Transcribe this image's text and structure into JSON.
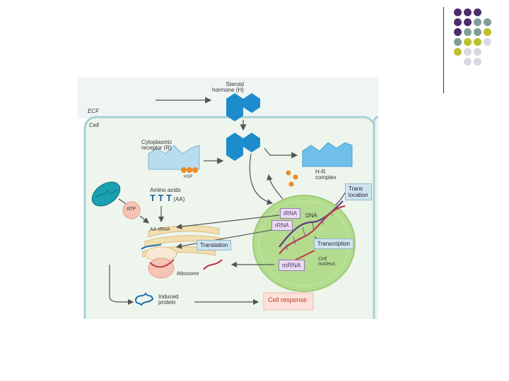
{
  "palette": {
    "purple": "#4d2c6e",
    "teal": "#7f9e9a",
    "olive": "#bcc02a",
    "lightgray": "#d9d9e3",
    "cell_fill": "#eef5ed",
    "cell_border": "#a6d0d8",
    "hormone_blue": "#1d8ccc",
    "nucleus_green": "#b3dc8e",
    "er_tan": "#f2deb1"
  },
  "diagram": {
    "labels": {
      "hormone": [
        "Steroid",
        "hormone (H)"
      ],
      "ecf": "ECF",
      "cell": "Cell",
      "receptor": [
        "Cytoplasmic",
        "receptor (R)"
      ],
      "hsp": "HSP",
      "hr_complex": [
        "H-R",
        "complex"
      ],
      "translocation": [
        "Trans",
        "location"
      ],
      "amino_acids": [
        "Amino acids",
        "(AA)"
      ],
      "aa_symbol": "T T T",
      "atp": "ATP",
      "aa_trna": "AA-tRNA",
      "trna": "tRNA",
      "dna": "DNA",
      "rrna": "rRNA",
      "translation": "Translation",
      "transcription": "Transcription",
      "cell_nucleus": [
        "Cell",
        "nucleus"
      ],
      "mrna": "mRNA",
      "ribosome": "Ribosome",
      "induced_protein": [
        "Induced",
        "protein"
      ],
      "cell_response": "Cell response"
    }
  }
}
